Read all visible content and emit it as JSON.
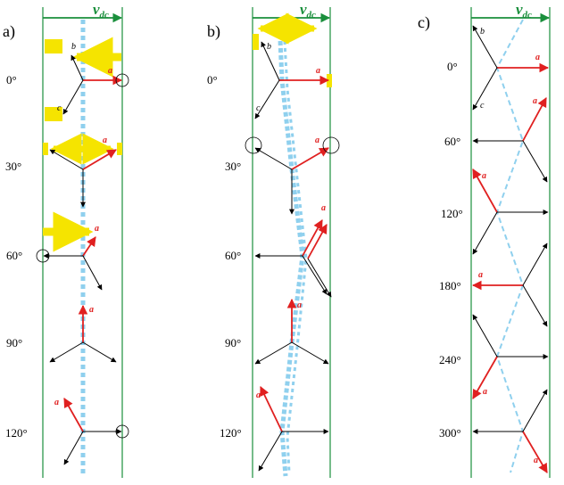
{
  "panels": [
    {
      "label": "a)",
      "angles": [
        "0°",
        "30°",
        "60°",
        "90°",
        "120°"
      ]
    },
    {
      "label": "b)",
      "angles": [
        "0°",
        "30°",
        "60°",
        "90°",
        "120°"
      ]
    },
    {
      "label": "c)",
      "angles": [
        "0°",
        "60°",
        "120°",
        "180°",
        "240°",
        "300°"
      ]
    }
  ],
  "rail_label": {
    "main": "v",
    "sub": "dc"
  },
  "phase_labels": {
    "a": "a",
    "b": "b",
    "c": "c"
  },
  "colors": {
    "rail": "#1a8f3c",
    "phase_a": "#e02020",
    "other_phases": "#000000",
    "neutral_path": "#8fd0ee",
    "highlight": "#f5e400"
  }
}
